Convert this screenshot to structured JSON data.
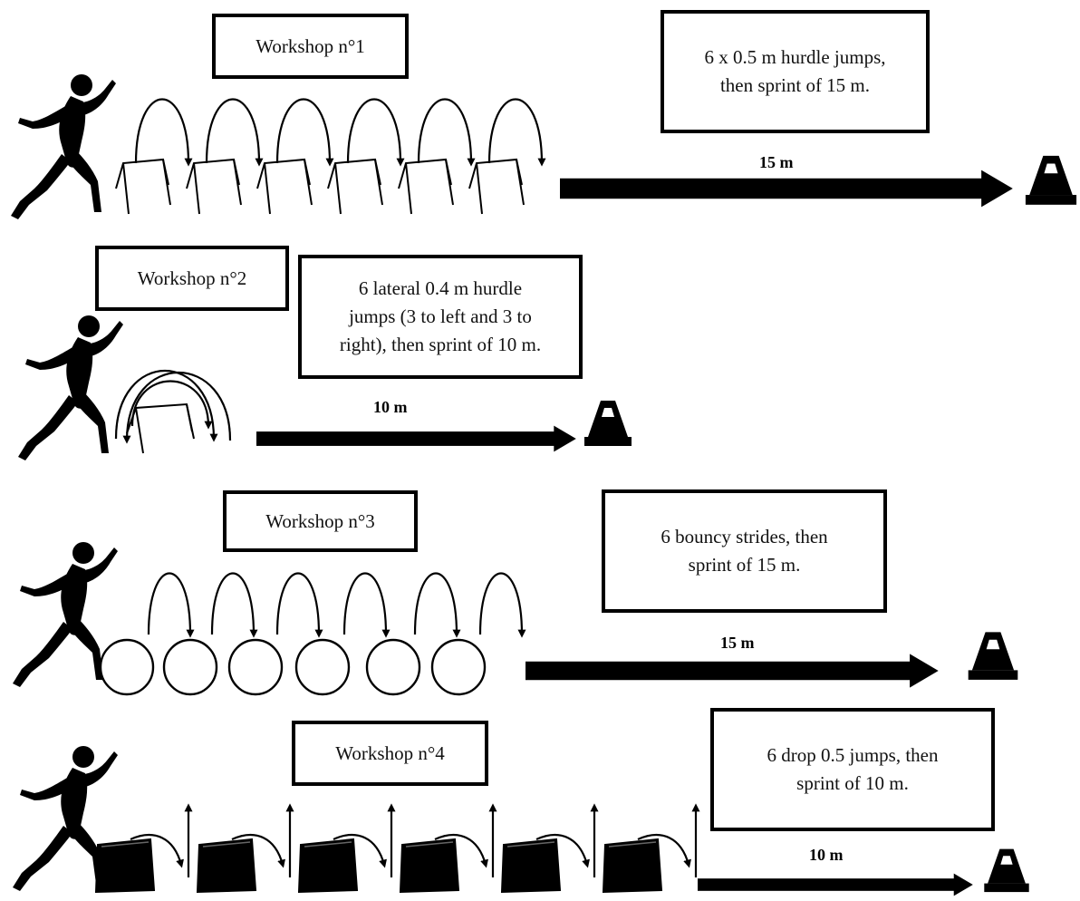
{
  "workshops": [
    {
      "title": "Workshop n°1",
      "description": "6 x 0.5 m hurdle jumps,\nthen sprint of 15 m.",
      "distance": "15 m",
      "obstacle": "hurdle",
      "count": 6
    },
    {
      "title": "Workshop n°2",
      "description": "6 lateral 0.4 m hurdle\njumps (3 to left and 3 to\nright), then sprint of 10 m.",
      "distance": "10 m",
      "obstacle": "lateral-hurdle",
      "count": 1
    },
    {
      "title": "Workshop n°3",
      "description": "6 bouncy strides, then\nsprint of 15 m.",
      "distance": "15 m",
      "obstacle": "ring",
      "count": 6
    },
    {
      "title": "Workshop n°4",
      "description": "6 drop 0.5 jumps, then\nsprint of 10 m.",
      "distance": "10 m",
      "obstacle": "box",
      "count": 6
    }
  ],
  "colors": {
    "ink": "#000000",
    "background": "#ffffff"
  }
}
